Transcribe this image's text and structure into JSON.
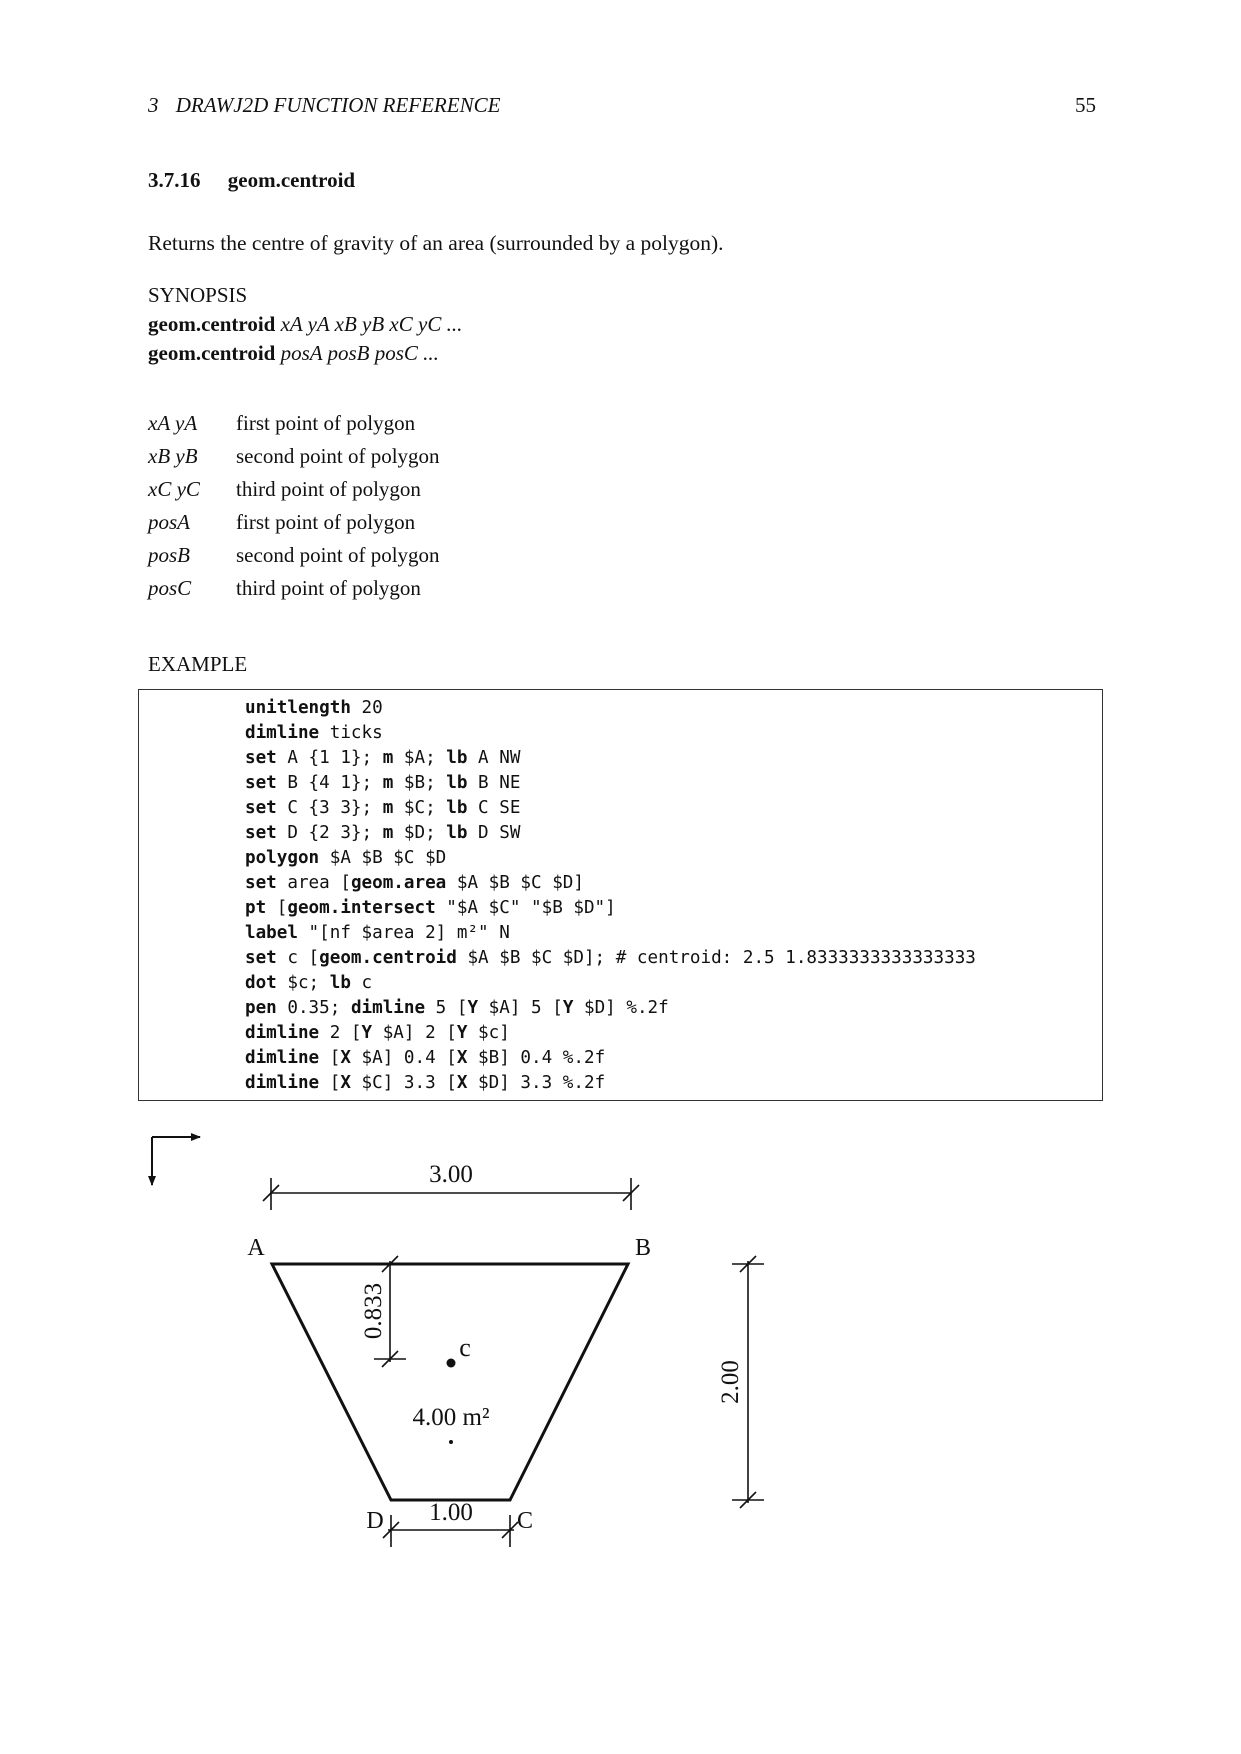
{
  "header": {
    "chapter_number": "3",
    "chapter_title": "DRAWJ2D FUNCTION REFERENCE",
    "page_number": "55"
  },
  "section": {
    "number": "3.7.16",
    "title": "geom.centroid"
  },
  "description": "Returns the centre of gravity of an area (surrounded by a polygon).",
  "synopsis": {
    "label": "SYNOPSIS",
    "lines": [
      {
        "cmd": "geom.centroid",
        "args": "xA yA xB yB xC yC ..."
      },
      {
        "cmd": "geom.centroid",
        "args": "posA posB posC ..."
      }
    ]
  },
  "parameters": [
    {
      "name": "xA yA",
      "desc": "first point of polygon"
    },
    {
      "name": "xB yB",
      "desc": "second point of polygon"
    },
    {
      "name": "xC yC",
      "desc": "third point of polygon"
    },
    {
      "name": "posA",
      "desc": "first point of polygon"
    },
    {
      "name": "posB",
      "desc": "second point of polygon"
    },
    {
      "name": "posC",
      "desc": "third point of polygon"
    }
  ],
  "example": {
    "label": "EXAMPLE",
    "code_lines": [
      [
        {
          "t": "unitlength",
          "b": true
        },
        {
          "t": " 20"
        }
      ],
      [
        {
          "t": "dimline",
          "b": true
        },
        {
          "t": " ticks"
        }
      ],
      [
        {
          "t": "set",
          "b": true
        },
        {
          "t": " A {1 1}; "
        },
        {
          "t": "m",
          "b": true
        },
        {
          "t": " $A; "
        },
        {
          "t": "lb",
          "b": true
        },
        {
          "t": " A NW"
        }
      ],
      [
        {
          "t": "set",
          "b": true
        },
        {
          "t": " B {4 1}; "
        },
        {
          "t": "m",
          "b": true
        },
        {
          "t": " $B; "
        },
        {
          "t": "lb",
          "b": true
        },
        {
          "t": " B NE"
        }
      ],
      [
        {
          "t": "set",
          "b": true
        },
        {
          "t": " C {3 3}; "
        },
        {
          "t": "m",
          "b": true
        },
        {
          "t": " $C; "
        },
        {
          "t": "lb",
          "b": true
        },
        {
          "t": " C SE"
        }
      ],
      [
        {
          "t": "set",
          "b": true
        },
        {
          "t": " D {2 3}; "
        },
        {
          "t": "m",
          "b": true
        },
        {
          "t": " $D; "
        },
        {
          "t": "lb",
          "b": true
        },
        {
          "t": " D SW"
        }
      ],
      [
        {
          "t": "polygon",
          "b": true
        },
        {
          "t": " $A $B $C $D"
        }
      ],
      [
        {
          "t": "set",
          "b": true
        },
        {
          "t": " area ["
        },
        {
          "t": "geom.area",
          "b": true
        },
        {
          "t": " $A $B $C $D]"
        }
      ],
      [
        {
          "t": "pt",
          "b": true
        },
        {
          "t": " ["
        },
        {
          "t": "geom.intersect",
          "b": true
        },
        {
          "t": " \"$A $C\" \"$B $D\"]"
        }
      ],
      [
        {
          "t": "label",
          "b": true
        },
        {
          "t": " \"[nf $area 2] m²\" N"
        }
      ],
      [
        {
          "t": "set",
          "b": true
        },
        {
          "t": " c ["
        },
        {
          "t": "geom.centroid",
          "b": true
        },
        {
          "t": " $A $B $C $D]; # centroid: 2.5 1.8333333333333333"
        }
      ],
      [
        {
          "t": "dot",
          "b": true
        },
        {
          "t": " $c; "
        },
        {
          "t": "lb",
          "b": true
        },
        {
          "t": " c"
        }
      ],
      [
        {
          "t": "pen",
          "b": true
        },
        {
          "t": " 0.35; "
        },
        {
          "t": "dimline",
          "b": true
        },
        {
          "t": " 5 ["
        },
        {
          "t": "Y",
          "b": true
        },
        {
          "t": " $A] 5 ["
        },
        {
          "t": "Y",
          "b": true
        },
        {
          "t": " $D] %.2f"
        }
      ],
      [
        {
          "t": "dimline",
          "b": true
        },
        {
          "t": " 2 ["
        },
        {
          "t": "Y",
          "b": true
        },
        {
          "t": " $A] 2 ["
        },
        {
          "t": "Y",
          "b": true
        },
        {
          "t": " $c]"
        }
      ],
      [
        {
          "t": "dimline",
          "b": true
        },
        {
          "t": " ["
        },
        {
          "t": "X",
          "b": true
        },
        {
          "t": " $A] 0.4 ["
        },
        {
          "t": "X",
          "b": true
        },
        {
          "t": " $B] 0.4 %.2f"
        }
      ],
      [
        {
          "t": "dimline",
          "b": true
        },
        {
          "t": " ["
        },
        {
          "t": "X",
          "b": true
        },
        {
          "t": " $C] 3.3 ["
        },
        {
          "t": "X",
          "b": true
        },
        {
          "t": " $D] 3.3 %.2f"
        }
      ]
    ]
  },
  "figure": {
    "label_a": "A",
    "label_b": "B",
    "label_c": "C",
    "label_d": "D",
    "label_centroid": "c",
    "dim_top": "3.00",
    "dim_bottom": "1.00",
    "dim_height": "2.00",
    "dim_centroid": "0.833",
    "area_label": "4.00 m²"
  }
}
